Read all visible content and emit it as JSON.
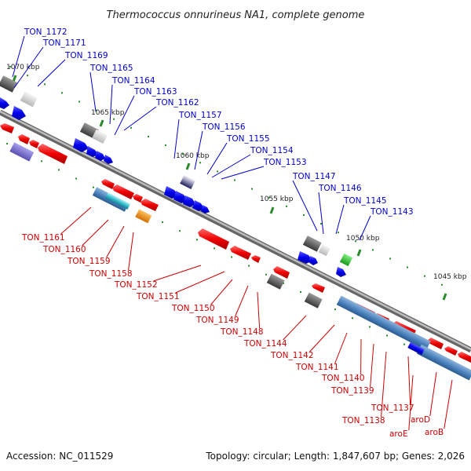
{
  "title": "Thermococcus onnurineus NA1, complete genome",
  "footer": {
    "accession": "Accession: NC_011529",
    "topology": "Topology: circular; Length: 1,847,607 bp; Genes: 2,026"
  },
  "colors": {
    "forward_label": "#0000cc",
    "reverse_label": "#cc0000",
    "backbone": "#888888",
    "tick": "#2a8a2a"
  },
  "ticks": [
    "1070 kbp",
    "1065 kbp",
    "1060 kbp",
    "1055 kbp",
    "1050 kbp",
    "1045 kbp"
  ],
  "forward_labels": [
    "TON_1172",
    "TON_1171",
    "TON_1169",
    "TON_1165",
    "TON_1164",
    "TON_1163",
    "TON_1162",
    "TON_1157",
    "TON_1156",
    "TON_1155",
    "TON_1154",
    "TON_1153",
    "TON_1147",
    "TON_1146",
    "TON_1145",
    "TON_1143"
  ],
  "reverse_labels": [
    "TON_1161",
    "TON_1160",
    "TON_1159",
    "TON_1158",
    "TON_1152",
    "TON_1151",
    "TON_1150",
    "TON_1149",
    "TON_1148",
    "TON_1144",
    "TON_1142",
    "TON_1141",
    "TON_1140",
    "TON_1139",
    "TON_1138",
    "TON_1137",
    "aroE",
    "aroD",
    "aroB"
  ]
}
